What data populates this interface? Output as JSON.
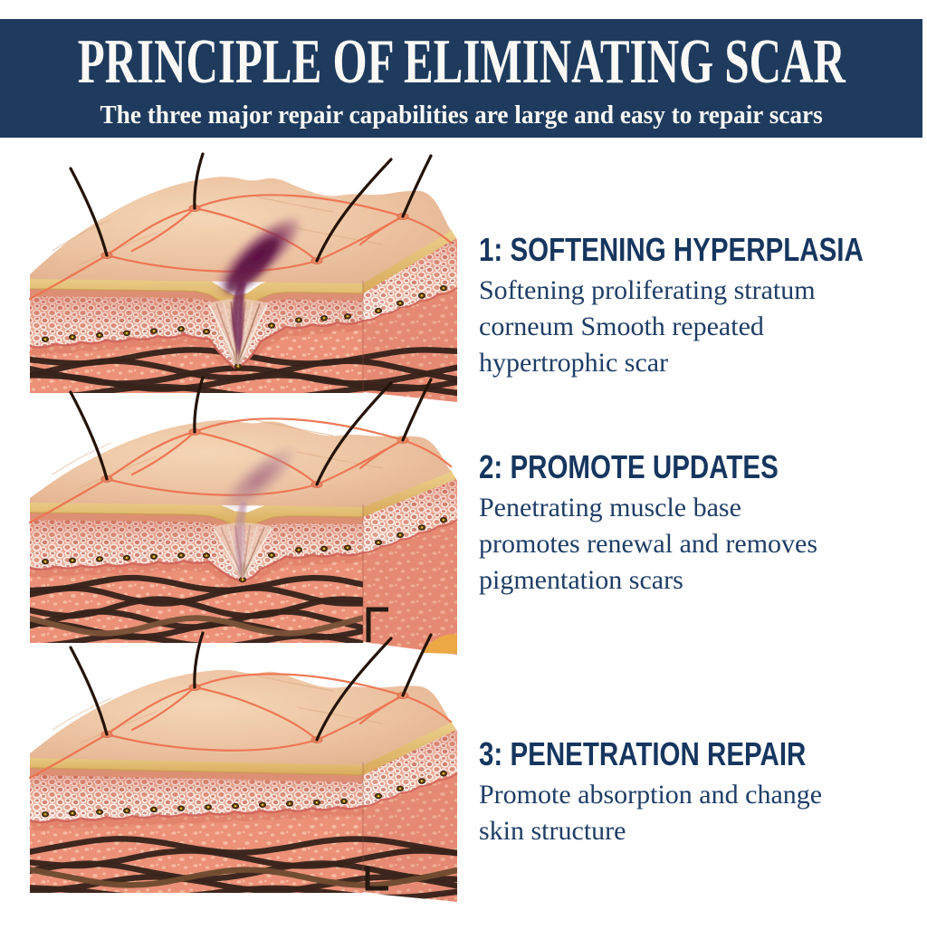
{
  "header": {
    "title": "PRINCIPLE OF ELIMINATING SCAR",
    "subtitle": "The three major repair capabilities are large and easy to repair scars",
    "bg_color": "#1e3b5e",
    "text_color": "#faf9f5"
  },
  "sections": [
    {
      "id": 1,
      "title": "1: SOFTENING HYPERPLASIA",
      "description_lines": [
        "Softening proliferating stratum",
        "corneum Smooth repeated",
        "hypertrophic scar"
      ],
      "scar_state": "dark",
      "illustration_alt": "skin cross-section block with deep purple hypertrophic scar sinking into a pit"
    },
    {
      "id": 2,
      "title": "2: PROMOTE UPDATES",
      "description_lines": [
        "Penetrating muscle base",
        "promotes renewal and removes",
        "pigmentation scars"
      ],
      "scar_state": "faded",
      "illustration_alt": "skin cross-section block with faded pink scar and shallower pit"
    },
    {
      "id": 3,
      "title": "3: PENETRATION REPAIR",
      "description_lines": [
        "Promote absorption and change",
        "skin structure"
      ],
      "scar_state": "healed",
      "illustration_alt": "healed smooth skin cross-section block with no scar"
    }
  ],
  "palette": {
    "banner_navy": "#1e3b5e",
    "heading_navy": "#16365f",
    "body_navy": "#1e3d66",
    "skin_surface": "#ecc3a2",
    "stratum_yellow": "#dcae5e",
    "capillary_orange": "#ee7350",
    "scar_dark_purple": "#6b1d51",
    "scar_faded_mauve": "#b97f95",
    "tissue_salmon": "#ec9078",
    "fiber_brown": "#3a241c"
  }
}
